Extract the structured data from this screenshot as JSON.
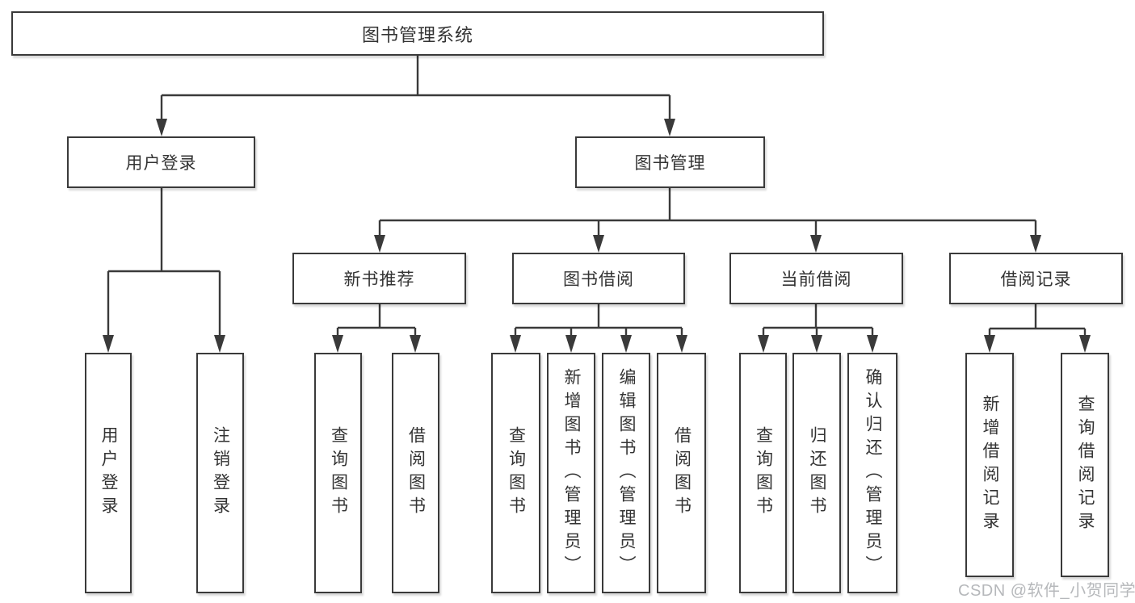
{
  "tree": {
    "label": "图书管理系统",
    "children": [
      {
        "label": "用户登录",
        "children": [
          {
            "label": "用户登录"
          },
          {
            "label": "注销登录"
          }
        ]
      },
      {
        "label": "图书管理",
        "children": [
          {
            "label": "新书推荐",
            "children": [
              {
                "label": "查询图书"
              },
              {
                "label": "借阅图书"
              }
            ]
          },
          {
            "label": "图书借阅",
            "children": [
              {
                "label": "查询图书"
              },
              {
                "label": "新增图书（管理员）"
              },
              {
                "label": "编辑图书（管理员）"
              },
              {
                "label": "借阅图书"
              }
            ]
          },
          {
            "label": "当前借阅",
            "children": [
              {
                "label": "查询图书"
              },
              {
                "label": "归还图书"
              },
              {
                "label": "确认归还（管理员）"
              }
            ]
          },
          {
            "label": "借阅记录",
            "children": [
              {
                "label": "新增借阅记录"
              },
              {
                "label": "查询借阅记录"
              }
            ]
          }
        ]
      }
    ]
  },
  "watermark": {
    "text": "CSDN @软件_小贺同学"
  },
  "colors": {
    "line": "#3a3a3a",
    "text": "#333333",
    "box_background": "#ffffff",
    "page_background": "#ffffff",
    "watermark_text": "#b6b8bb"
  }
}
